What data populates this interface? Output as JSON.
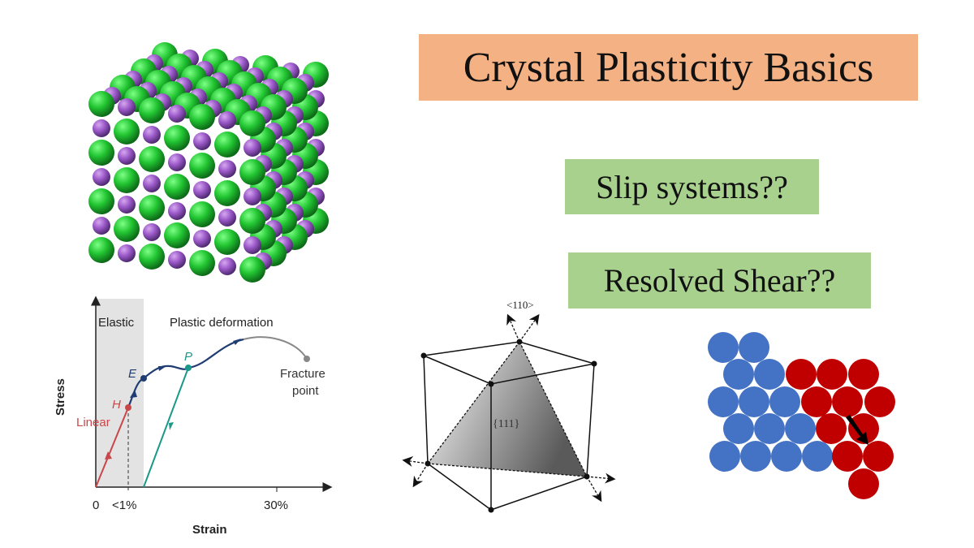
{
  "title": "Crystal Plasticity Basics",
  "questions": [
    "Slip systems??",
    "Resolved Shear??"
  ],
  "stress_strain": {
    "region_elastic": "Elastic",
    "region_plastic": "Plastic deformation",
    "ylabel": "Stress",
    "xlabel": "Strain",
    "ticks": [
      "0",
      "<1%",
      "30%"
    ],
    "points": {
      "H": "H",
      "E": "E",
      "P": "P"
    },
    "linear_label": "Linear",
    "fracture_label_1": "Fracture",
    "fracture_label_2": "point",
    "colors": {
      "linear": "#c8474a",
      "curve": "#1f3d73",
      "unload": "#1a9988",
      "fracture": "#888888",
      "elastic_band": "#e3e3e3"
    }
  },
  "slip_plane": {
    "direction_label": "<110>",
    "plane_label": "{111}"
  },
  "crystal_colors": {
    "large": "#22c532",
    "small": "#9b59c9"
  },
  "slip_colors": {
    "blue": "#4472c4",
    "red": "#c00000"
  }
}
